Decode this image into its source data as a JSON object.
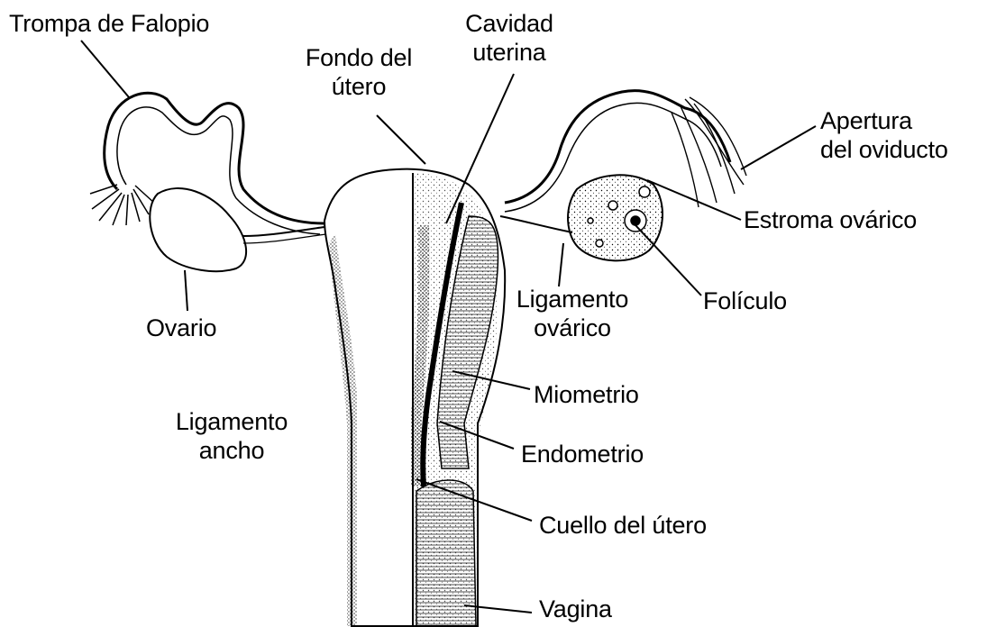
{
  "labels": {
    "trompa": "Trompa de Falopio",
    "fondo_1": "Fondo del",
    "fondo_2": "útero",
    "cavidad_1": "Cavidad",
    "cavidad_2": "uterina",
    "apertura_1": "Apertura",
    "apertura_2": "del oviducto",
    "estroma": "Estroma ovárico",
    "ovario": "Ovario",
    "ligamento_ovarico_1": "Ligamento",
    "ligamento_ovarico_2": "ovárico",
    "foliculo": "Folículo",
    "miometrio": "Miometrio",
    "ligamento_ancho_1": "Ligamento",
    "ligamento_ancho_2": "ancho",
    "endometrio": "Endometrio",
    "cuello": "Cuello del útero",
    "vagina": "Vagina"
  },
  "colors": {
    "ink": "#000000",
    "background": "#ffffff"
  }
}
